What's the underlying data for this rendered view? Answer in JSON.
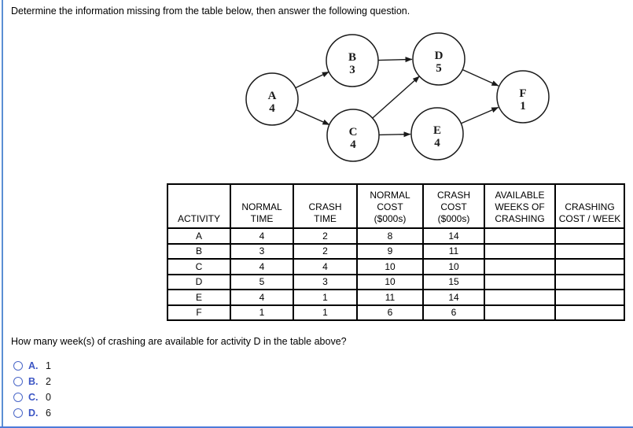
{
  "page": {
    "title": "Determine the information missing from the table below, then answer the following question.",
    "question": "How many week(s) of crashing are available for activity D in the table above?"
  },
  "diagram": {
    "nodes": [
      {
        "label": "A",
        "time": "4"
      },
      {
        "label": "B",
        "time": "3"
      },
      {
        "label": "C",
        "time": "4"
      },
      {
        "label": "D",
        "time": "5"
      },
      {
        "label": "E",
        "time": "4"
      },
      {
        "label": "F",
        "time": "1"
      }
    ],
    "edges": [
      "A→B",
      "A→C",
      "B→D",
      "C→D",
      "C→E",
      "D→F",
      "E→F"
    ]
  },
  "table": {
    "headers": [
      {
        "lines": [
          "ACTIVITY"
        ]
      },
      {
        "lines": [
          "NORMAL",
          "TIME"
        ]
      },
      {
        "lines": [
          "CRASH",
          "TIME"
        ]
      },
      {
        "lines": [
          "NORMAL",
          "COST",
          "($000s)"
        ]
      },
      {
        "lines": [
          "CRASH",
          "COST",
          "($000s)"
        ]
      },
      {
        "lines": [
          "AVAILABLE",
          "WEEKS OF",
          "CRASHING"
        ]
      },
      {
        "lines": [
          "CRASHING",
          "COST / WEEK"
        ]
      }
    ],
    "rows": [
      [
        "A",
        "4",
        "2",
        "8",
        "14",
        "",
        ""
      ],
      [
        "B",
        "3",
        "2",
        "9",
        "11",
        "",
        ""
      ],
      [
        "C",
        "4",
        "4",
        "10",
        "10",
        "",
        ""
      ],
      [
        "D",
        "5",
        "3",
        "10",
        "15",
        "",
        ""
      ],
      [
        "E",
        "4",
        "1",
        "11",
        "14",
        "",
        ""
      ],
      [
        "F",
        "1",
        "1",
        "6",
        "6",
        "",
        ""
      ]
    ]
  },
  "options": [
    {
      "letter": "A.",
      "value": "1"
    },
    {
      "letter": "B.",
      "value": "2"
    },
    {
      "letter": "C.",
      "value": "0"
    },
    {
      "letter": "D.",
      "value": "6"
    }
  ]
}
